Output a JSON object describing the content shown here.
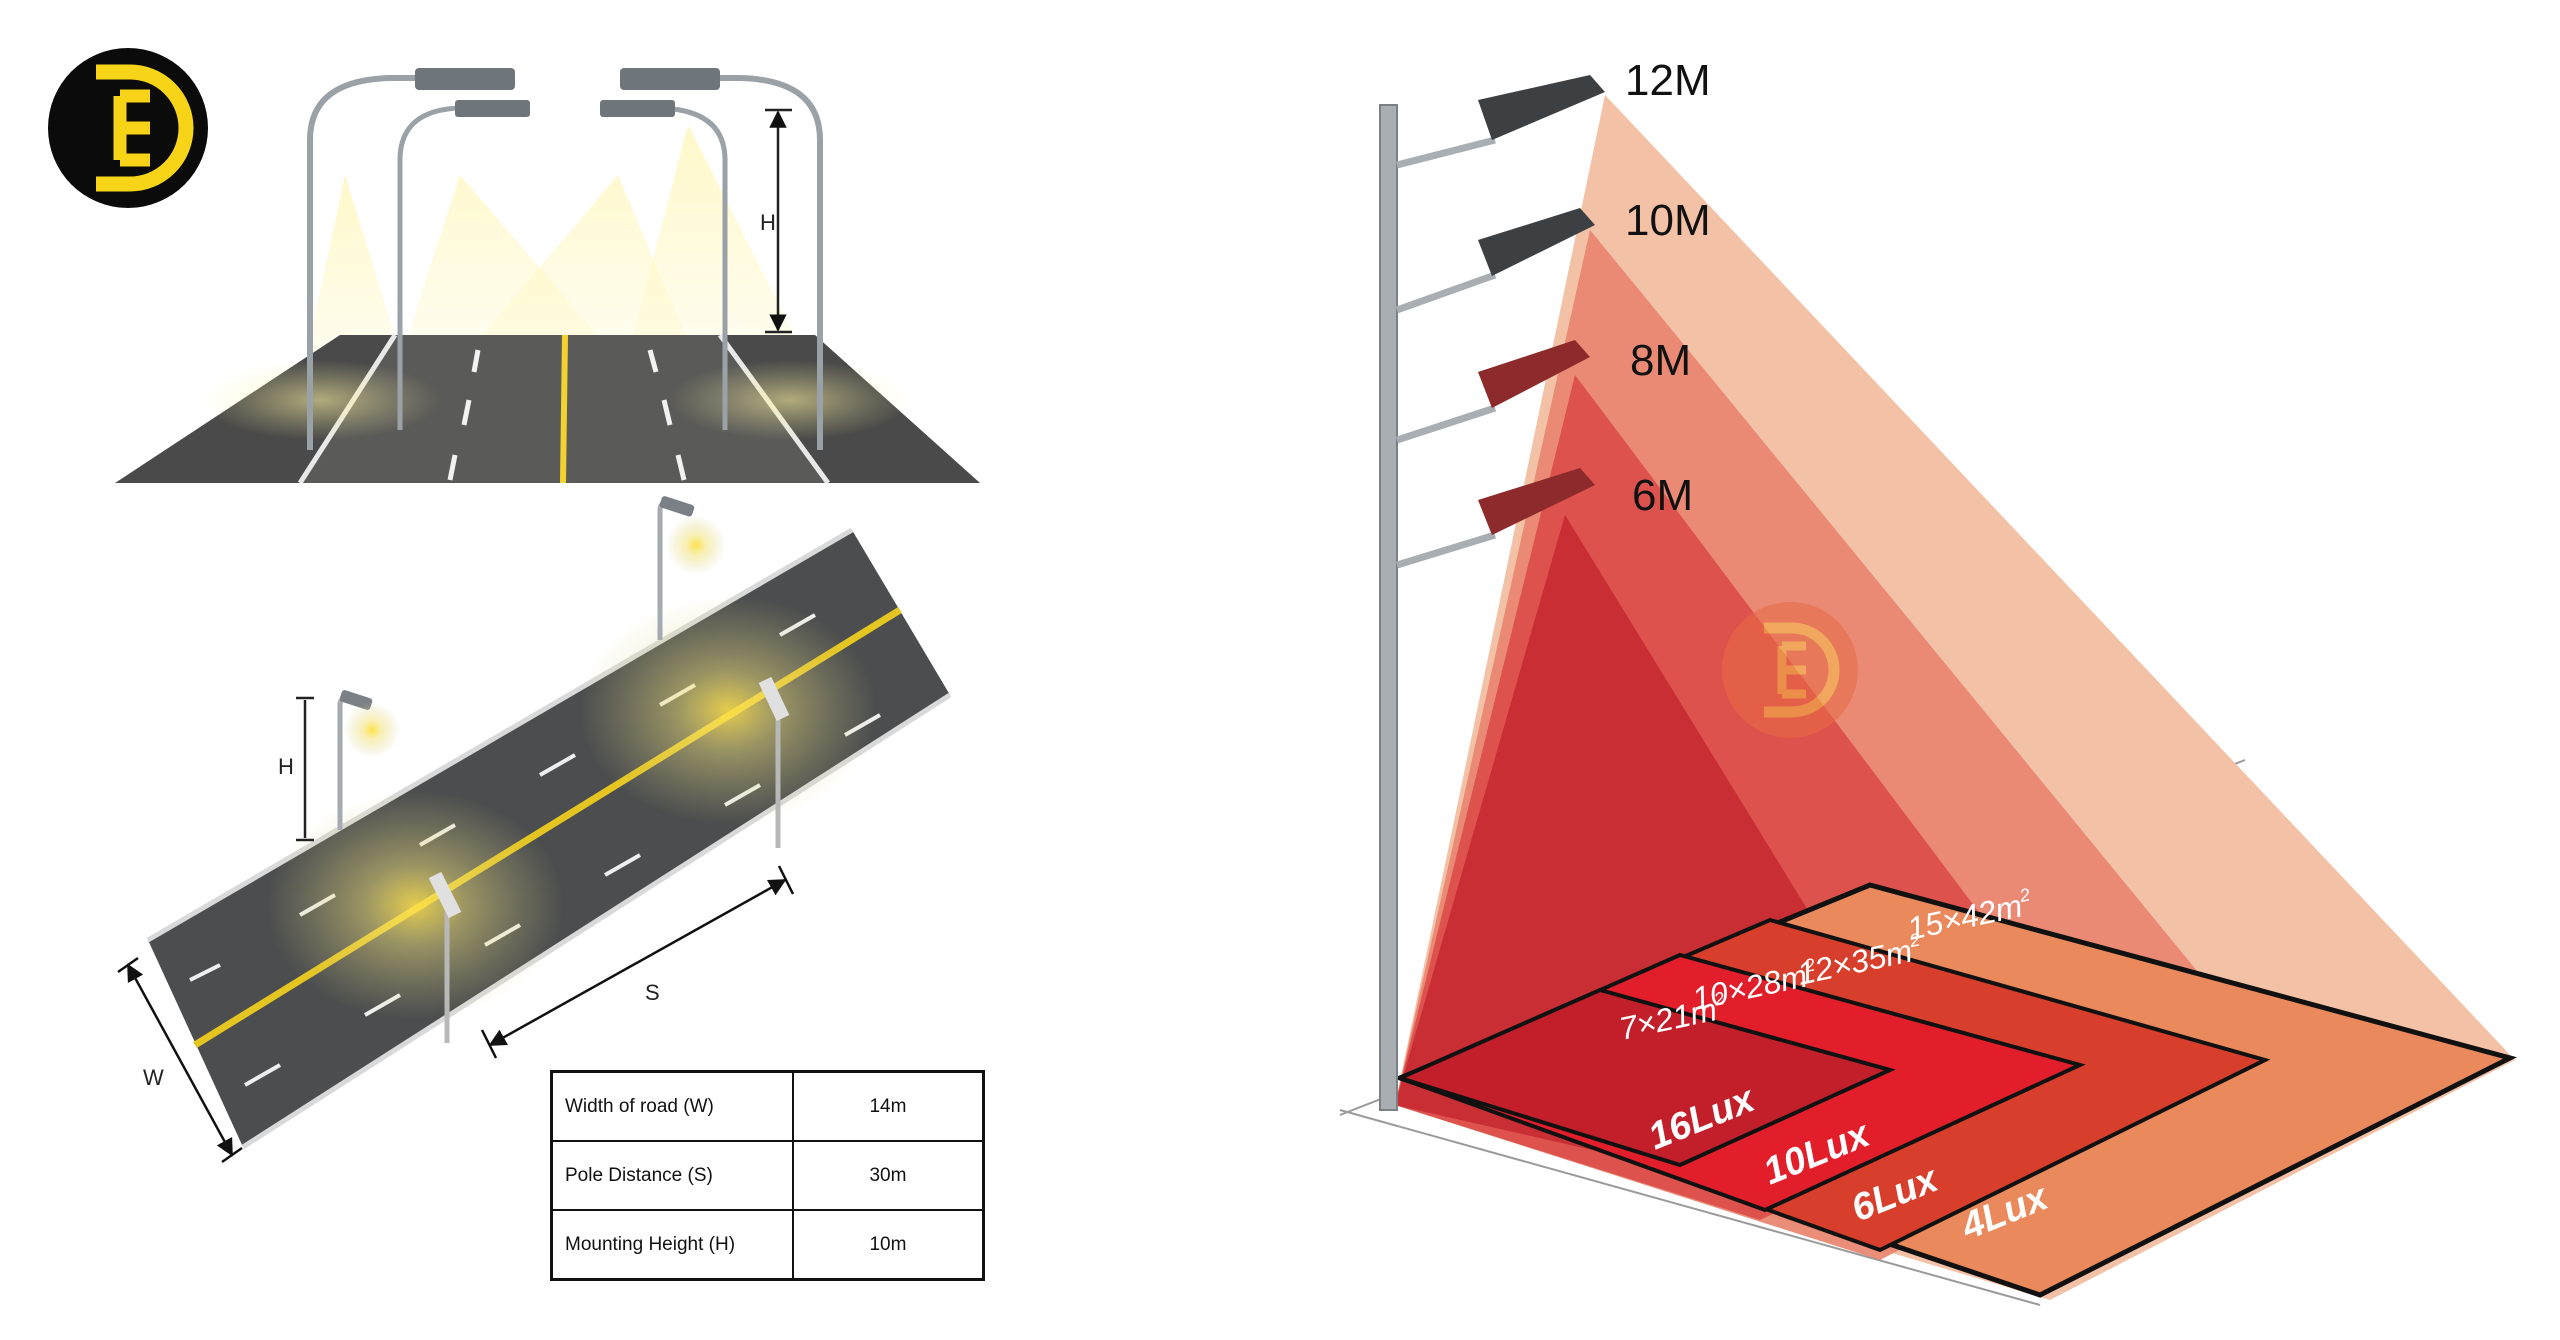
{
  "brand": {
    "logo_letters": "DE",
    "logo_color": "#f7d417",
    "logo_bg": "#0b0b0b"
  },
  "road_diagram": {
    "height_label": "H",
    "spacing_label": "S",
    "width_label": "W",
    "height_label_top": "H"
  },
  "spec_table": {
    "rows": [
      {
        "label": "Width of road (W)",
        "value": "14m"
      },
      {
        "label": "Pole Distance (S)",
        "value": "30m"
      },
      {
        "label": "Mounting Height (H)",
        "value": "10m"
      }
    ]
  },
  "illumination": {
    "heights": [
      "12M",
      "10M",
      "8M",
      "6M"
    ],
    "areas": [
      {
        "base": "15",
        "sep": "×",
        "num": "42",
        "unit": "m",
        "exp": "2"
      },
      {
        "base": "12",
        "sep": "×",
        "num": "35",
        "unit": "m",
        "exp": "2"
      },
      {
        "base": "10",
        "sep": "×",
        "num": "28",
        "unit": "m",
        "exp": "2"
      },
      {
        "base": "7",
        "sep": "×",
        "num": "21",
        "unit": "m",
        "exp": "2"
      }
    ],
    "lux": [
      "16Lux",
      "10Lux",
      "6Lux",
      "4Lux"
    ],
    "colors": {
      "c12": "#f3c2a6",
      "c10": "#e98772",
      "c8": "#dc4f4a",
      "c6": "#c62c33"
    }
  }
}
